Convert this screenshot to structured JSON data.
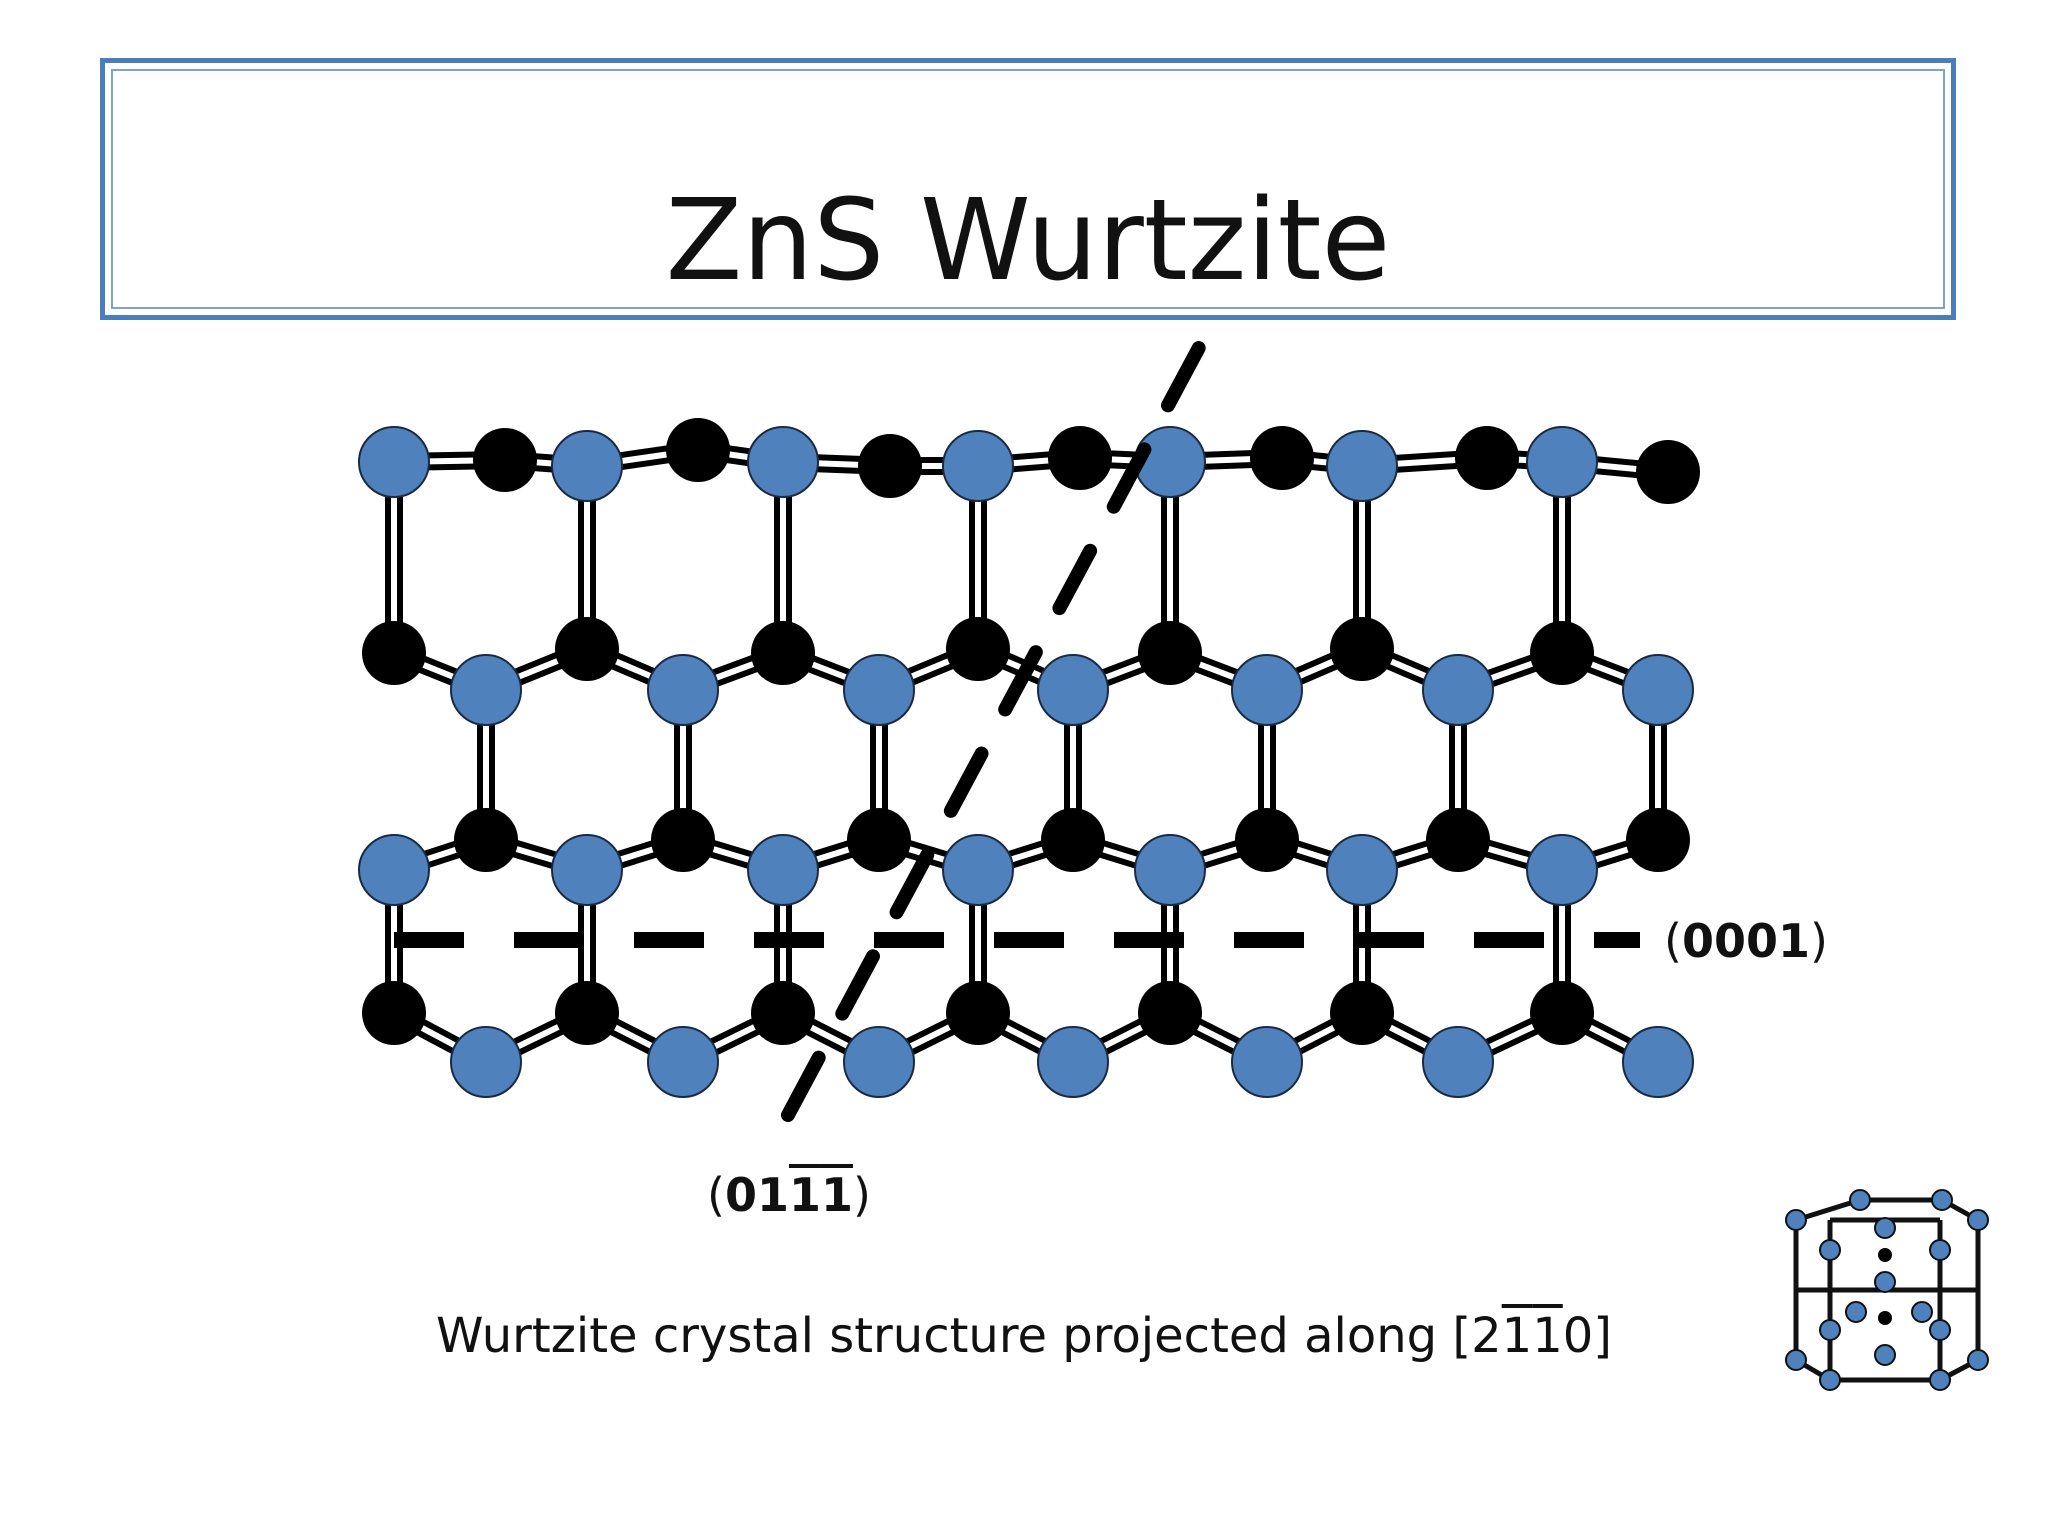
{
  "title": "ZnS Wurtzite",
  "caption": {
    "prefix": "Wurtzite crystal structure projected along [2",
    "bar1": "1",
    "bar2": "1",
    "suffix": "0]"
  },
  "plane_labels": {
    "p0001": {
      "open": "(",
      "digits": "0001",
      "close": ")"
    },
    "p0111": {
      "open": "(",
      "d1": "01",
      "bar1": "1",
      "bar2": "1",
      "close": ")"
    }
  },
  "colors": {
    "zn_atom": "#4f81bd",
    "s_atom": "#000000",
    "bond": "#000000",
    "title_border": "#4a7ebb"
  },
  "icons": [
    "unit-cell-icon"
  ]
}
